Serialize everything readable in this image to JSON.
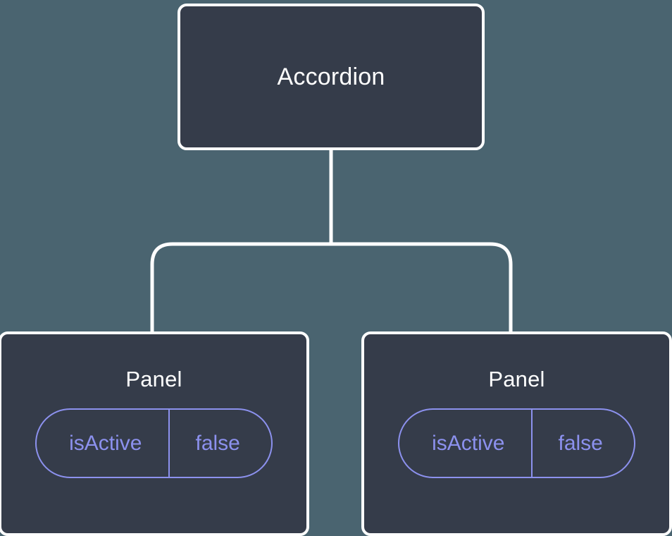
{
  "diagram": {
    "type": "component-tree",
    "background_color": "#4a6470",
    "node_fill_color": "#353c4a",
    "node_border_color": "#ffffff",
    "connector_color": "#ffffff",
    "prop_accent_color": "#8c91ee",
    "root": {
      "label": "Accordion"
    },
    "children": [
      {
        "label": "Panel",
        "props": [
          {
            "key": "isActive",
            "value": "false"
          }
        ]
      },
      {
        "label": "Panel",
        "props": [
          {
            "key": "isActive",
            "value": "false"
          }
        ]
      }
    ]
  }
}
